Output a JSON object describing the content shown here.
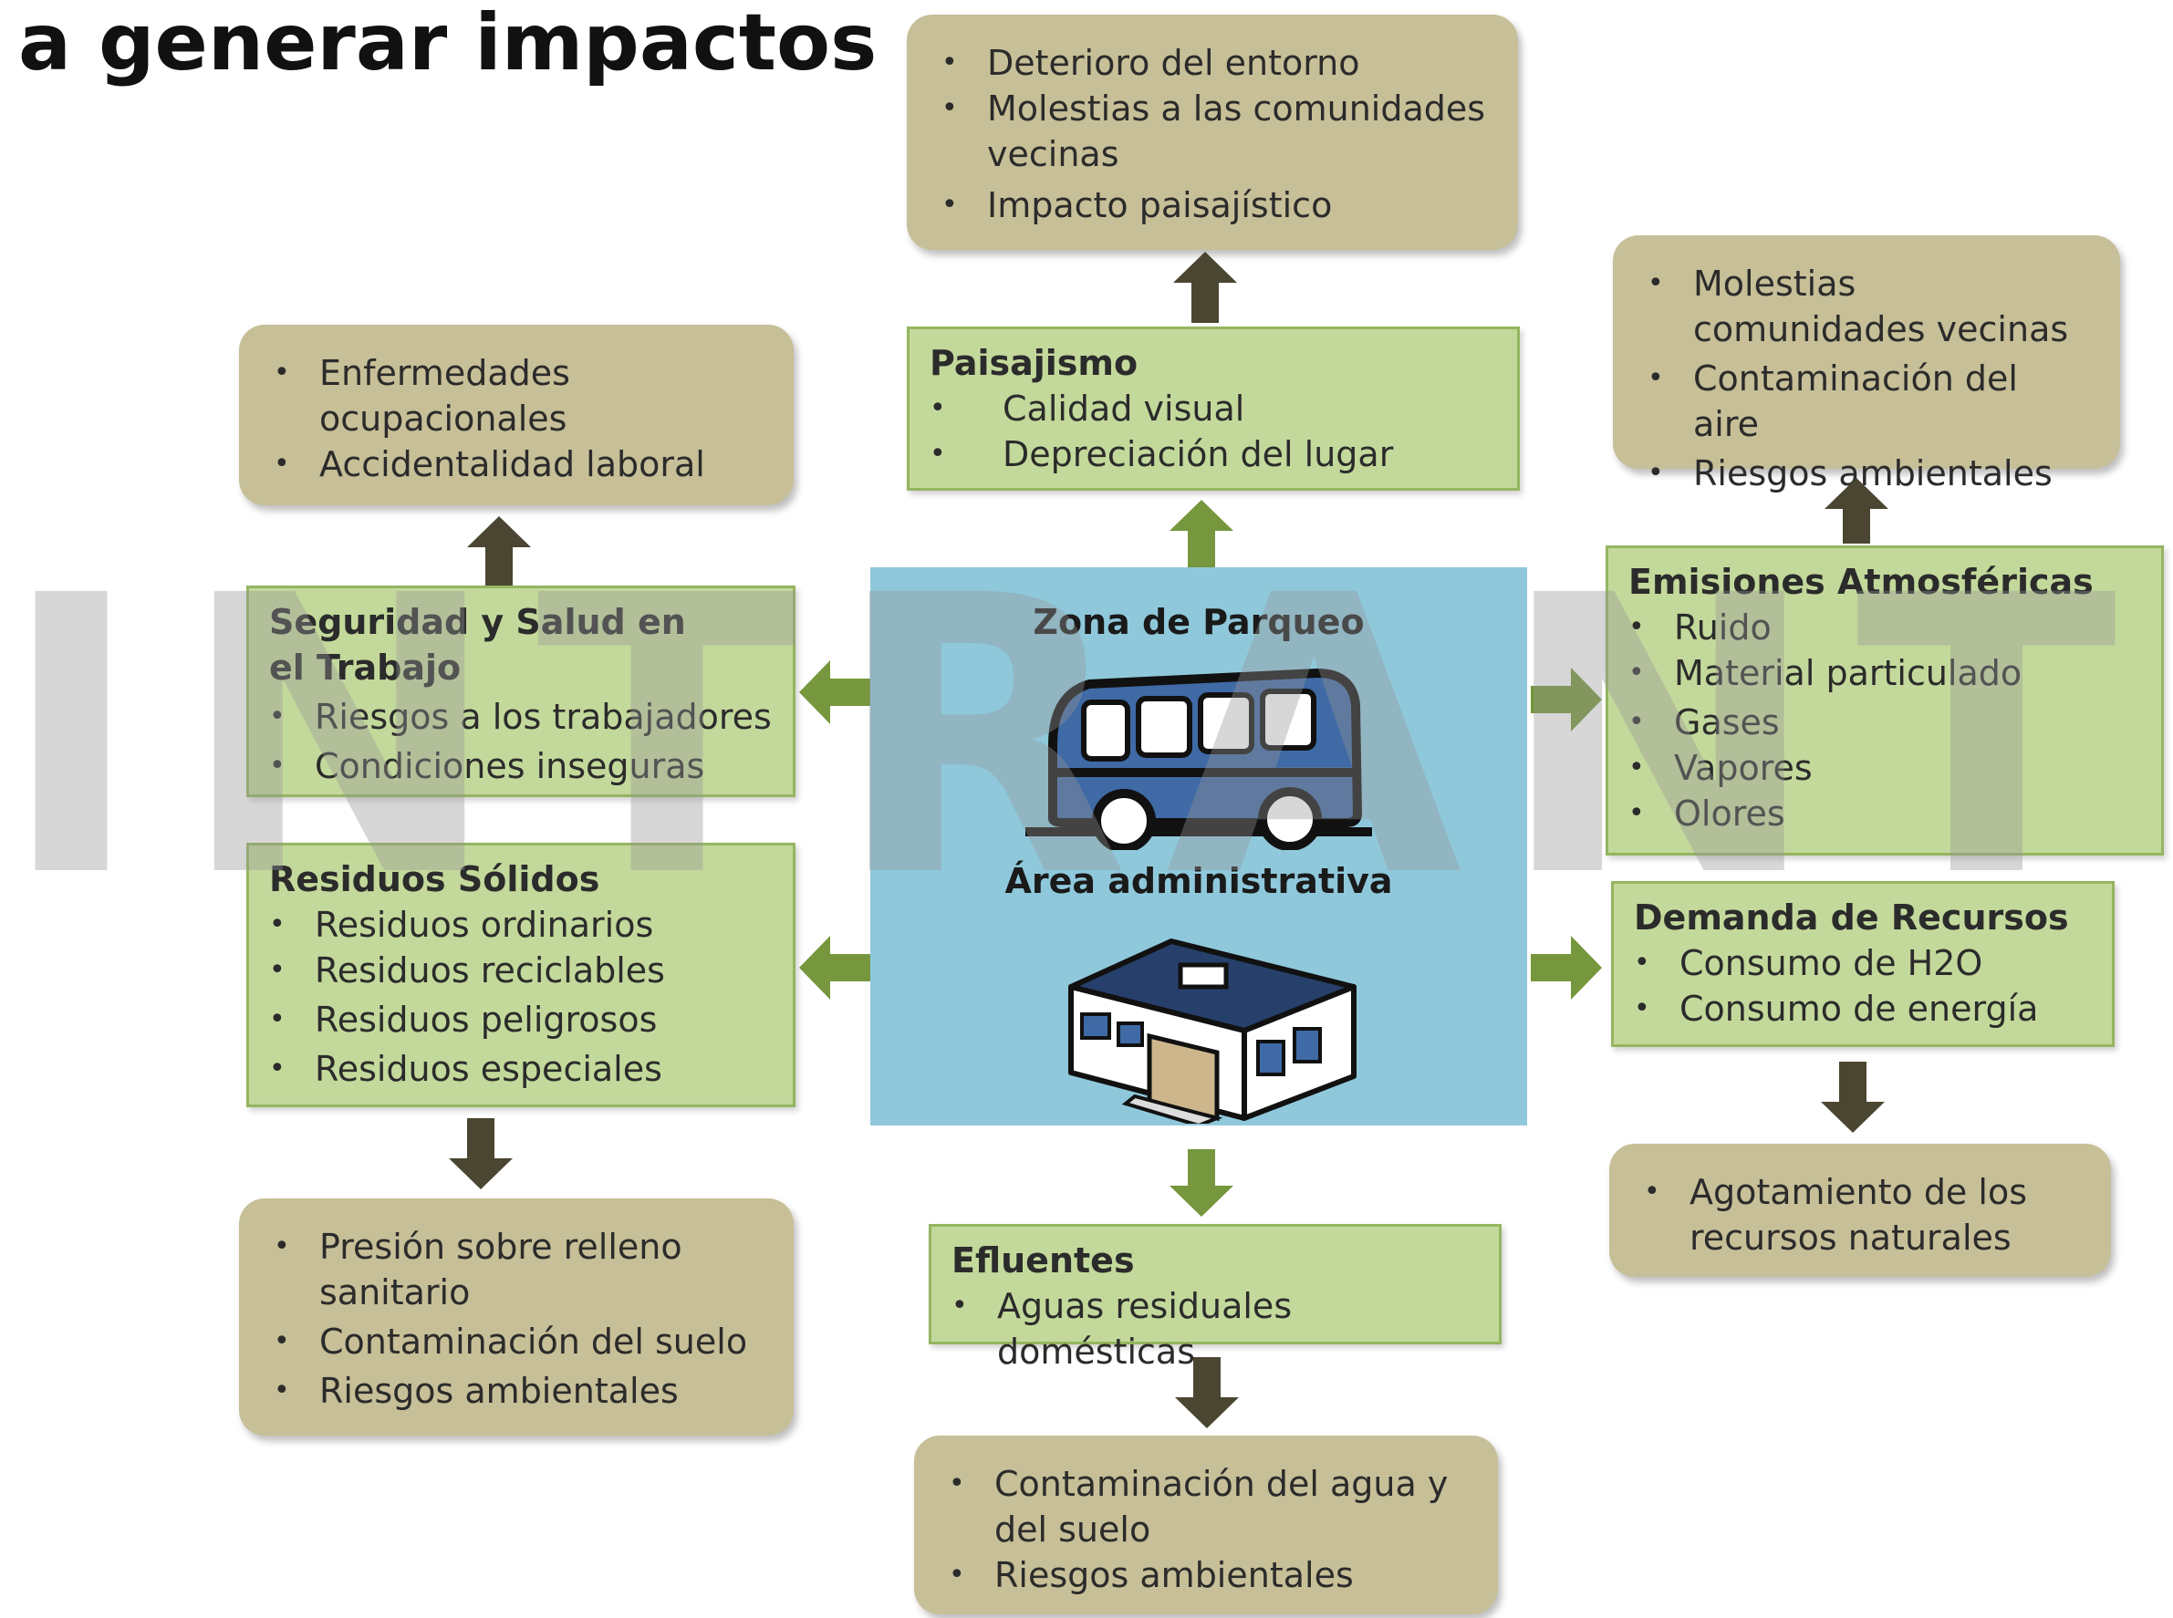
{
  "title": "a generar impactos",
  "watermark": "INTRANT",
  "center": {
    "label_top": "Zona de Parqueo",
    "label_bottom": "Área administrativa",
    "bus_icon": "bus-icon",
    "building_icon": "building-icon"
  },
  "causes": {
    "paisajismo": {
      "title": "Paisajismo",
      "items": [
        "Calidad visual",
        "Depreciación del lugar"
      ]
    },
    "seguridad": {
      "title": "Seguridad y Salud en el Trabajo",
      "items": [
        "Riesgos a los trabajadores",
        "Condiciones inseguras"
      ]
    },
    "residuos": {
      "title": "Residuos Sólidos",
      "items": [
        "Residuos ordinarios",
        "Residuos reciclables",
        "Residuos peligrosos",
        "Residuos especiales"
      ]
    },
    "emisiones": {
      "title": "Emisiones Atmosféricas",
      "items": [
        "Ruido",
        "Material particulado",
        "Gases",
        "Vapores",
        "Olores"
      ]
    },
    "demanda": {
      "title": "Demanda de Recursos",
      "items": [
        "Consumo de H2O",
        "Consumo de energía"
      ]
    },
    "efluentes": {
      "title": "Efluentes",
      "items": [
        "Aguas residuales domésticas"
      ]
    }
  },
  "effects": {
    "top": [
      "Deterioro del entorno",
      "Molestias a las comunidades vecinas",
      "Impacto paisajístico"
    ],
    "upper_left": [
      "Enfermedades ocupacionales",
      "Accidentalidad laboral"
    ],
    "upper_right": [
      "Molestias comunidades vecinas",
      "Contaminación del aire",
      "Riesgos ambientales"
    ],
    "lower_left": [
      "Presión sobre relleno sanitario",
      "Contaminación del suelo",
      "Riesgos ambientales"
    ],
    "lower_right": [
      "Agotamiento de los recursos naturales"
    ],
    "bottom": [
      "Contaminación del agua y del suelo",
      "Riesgos ambientales"
    ]
  },
  "colors": {
    "effect_fill": "#c7bf97",
    "cause_fill": "#c3d99b",
    "center_fill": "#8fc8db",
    "green_arrow": "#76973d",
    "dark_arrow": "#4a4631"
  }
}
